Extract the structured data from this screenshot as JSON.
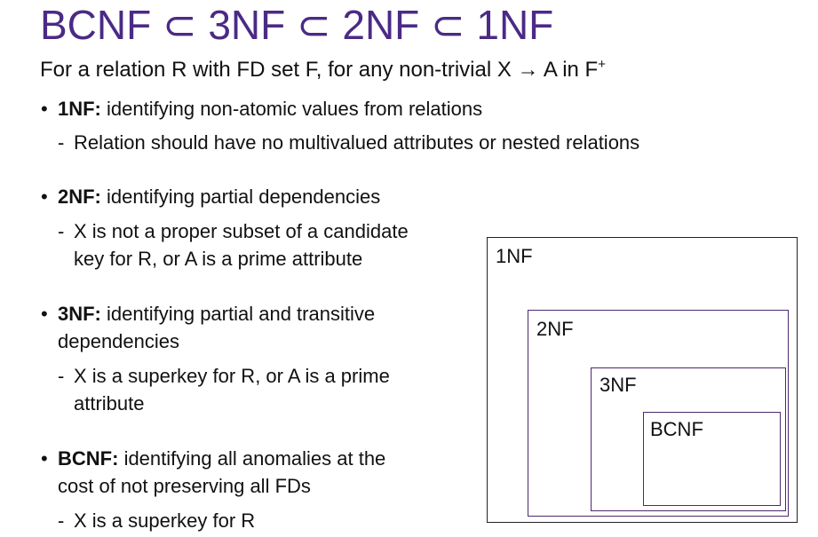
{
  "title": {
    "nf1": "BCNF",
    "sub1": "⊂",
    "nf2": "3NF",
    "sub2": "⊂",
    "nf3": "2NF",
    "sub3": "⊂",
    "nf4": "1NF"
  },
  "subtitle": {
    "text": "For a relation R with FD set F, for any non-trivial X → A in F",
    "superscript": "+"
  },
  "bullet_marker": "•",
  "dash_marker": "-",
  "sections": [
    {
      "term": "1NF:",
      "desc_lines": [
        "identifying non-atomic values from relations"
      ],
      "sub_lines": [
        "Relation should have no multivalued attributes or nested relations"
      ]
    },
    {
      "term": "2NF:",
      "desc_lines": [
        "identifying partial dependencies"
      ],
      "sub_lines": [
        "X is not a proper subset of a candidate",
        "key for R, or A is a prime attribute"
      ]
    },
    {
      "term": "3NF:",
      "desc_lines": [
        "identifying partial and transitive",
        "dependencies"
      ],
      "sub_lines": [
        "X is a superkey for R, or A is a prime",
        "attribute"
      ]
    },
    {
      "term": "BCNF:",
      "desc_lines": [
        "identifying all anomalies at the",
        "cost of not preserving all FDs"
      ],
      "sub_lines": [
        "X is a superkey for R"
      ]
    }
  ],
  "diagram": {
    "boxes": [
      {
        "label": "1NF",
        "border_color": "#222222"
      },
      {
        "label": "2NF",
        "border_color": "#4b2a6e"
      },
      {
        "label": "3NF",
        "border_color": "#4b2a6e"
      },
      {
        "label": "BCNF",
        "border_color": "#4b2a6e"
      }
    ]
  },
  "colors": {
    "title": "#4b2a86",
    "text": "#111111"
  }
}
